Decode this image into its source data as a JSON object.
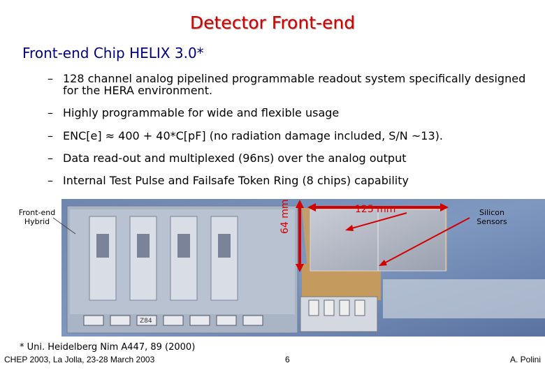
{
  "title": "Detector Front-end",
  "subtitle": "Front-end Chip HELIX 3.0*",
  "bullets": [
    {
      "dash": "–",
      "text": "128 channel analog pipelined programmable readout system specifically designed for the HERA environment."
    },
    {
      "dash": "–",
      "text": "Highly programmable for wide and flexible usage"
    },
    {
      "dash": "–",
      "text": "ENC[e] ≈ 400 + 40*C[pF]  (no radiation damage included, S/N ~13)."
    },
    {
      "dash": "–",
      "text": "Data read-out and multiplexed (96ns) over the analog output"
    },
    {
      "dash": "–",
      "text": "Internal Test Pulse and Failsafe Token Ring (8 chips) capability"
    }
  ],
  "photo": {
    "hybrid_label": "Front-end Hybrid",
    "sensor_label": "Silicon Sensors",
    "length_label": "125 mm",
    "width_label": "64 mm",
    "arrow_color": "#d40000",
    "board_code": "Z84"
  },
  "footer": {
    "footnote": "* Uni. Heidelberg Nim A447, 89 (2000)",
    "conference": "CHEP 2003, La Jolla, 23-28 March 2003",
    "page": "6",
    "author": "A. Polini"
  }
}
